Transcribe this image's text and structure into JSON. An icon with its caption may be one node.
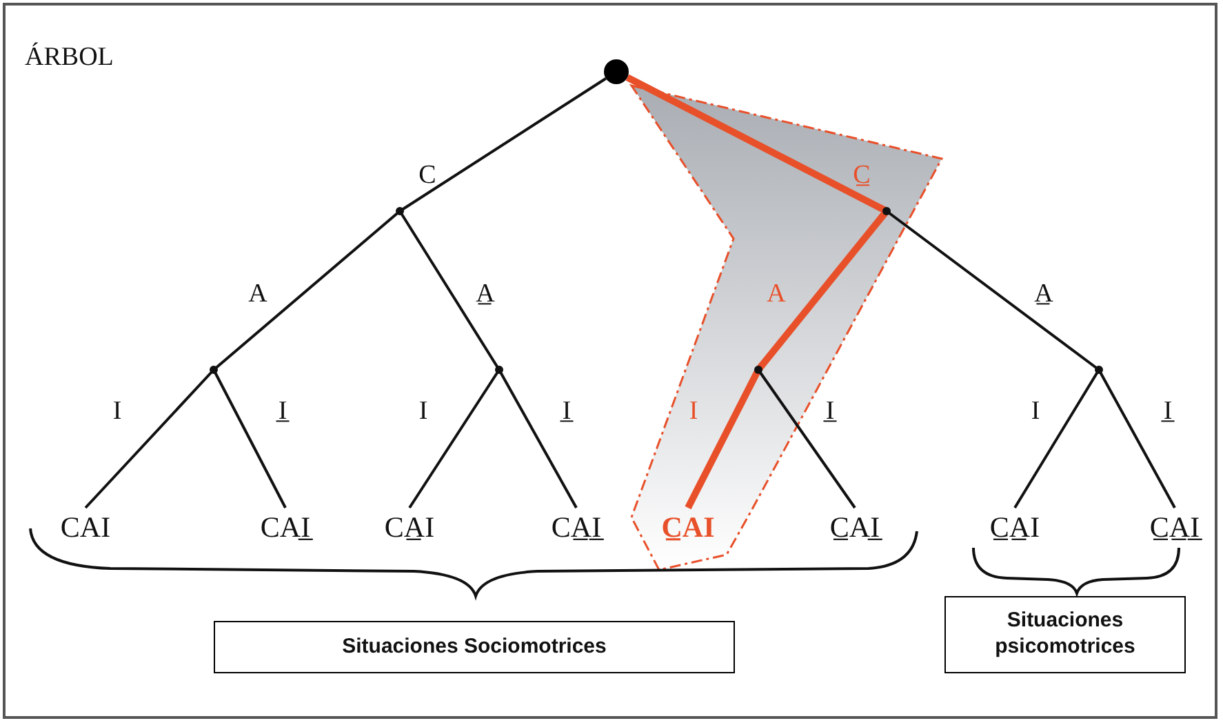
{
  "diagram": {
    "title": "ÁRBOL",
    "nodes": [
      {
        "text": [],
        "shape": "circle"
      },
      {
        "text": [],
        "shape": "point"
      },
      {
        "text": [],
        "shape": "point"
      },
      {
        "text": [],
        "shape": "point"
      },
      {
        "text": [],
        "shape": "point"
      },
      {
        "text": [],
        "shape": "point"
      },
      {
        "text": [],
        "shape": "point"
      },
      {
        "text": [
          "CAI"
        ]
      },
      {
        "text": [
          "CAI̲"
        ]
      },
      {
        "text": [
          "CA̲I"
        ]
      },
      {
        "text": [
          "CA̲I̲"
        ]
      },
      {
        "text": [
          "C̲AI"
        ]
      },
      {
        "text": [
          "C̲AI̲"
        ]
      },
      {
        "text": [
          "C̲A̲I"
        ]
      },
      {
        "text": [
          "C̲A̲I̲"
        ]
      },
      {
        "text": [
          "Situaciones Sociomotrices"
        ]
      },
      {
        "text": [
          "Situaciones psicomotrices"
        ]
      }
    ],
    "edges": [
      {
        "from": 0,
        "to": 1,
        "arrow": "none",
        "label": "C"
      },
      {
        "from": 0,
        "to": 2,
        "arrow": "none",
        "label": "C̲",
        "style": "thick",
        "color": "#e8502a"
      },
      {
        "from": 1,
        "to": 3,
        "arrow": "none",
        "label": "A"
      },
      {
        "from": 1,
        "to": 4,
        "arrow": "none",
        "label": "A̲"
      },
      {
        "from": 2,
        "to": 5,
        "arrow": "none",
        "label": "A",
        "style": "thick",
        "color": "#e8502a"
      },
      {
        "from": 2,
        "to": 6,
        "arrow": "none",
        "label": "A̲"
      },
      {
        "from": 3,
        "to": 7,
        "arrow": "none",
        "label": "I"
      },
      {
        "from": 3,
        "to": 8,
        "arrow": "none",
        "label": "I̲"
      },
      {
        "from": 4,
        "to": 9,
        "arrow": "none",
        "label": "I"
      },
      {
        "from": 4,
        "to": 10,
        "arrow": "none",
        "label": "I̲"
      },
      {
        "from": 5,
        "to": 11,
        "arrow": "none",
        "label": "I",
        "style": "thick",
        "color": "#e8502a"
      },
      {
        "from": 5,
        "to": 12,
        "arrow": "none",
        "label": "I̲"
      },
      {
        "from": 6,
        "to": 13,
        "arrow": "none",
        "label": "I"
      },
      {
        "from": 6,
        "to": 14,
        "arrow": "none",
        "label": "I̲"
      }
    ]
  }
}
